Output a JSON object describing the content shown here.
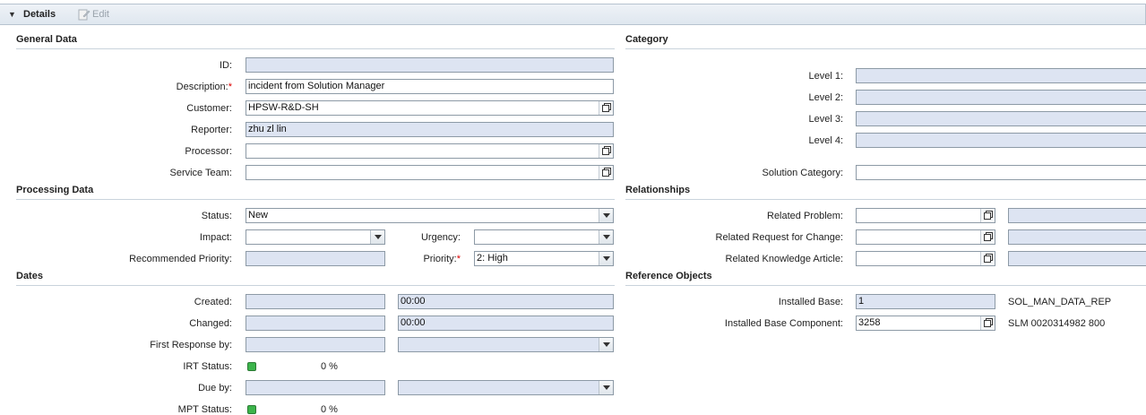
{
  "header": {
    "title": "Details",
    "edit_label": "Edit"
  },
  "general": {
    "title": "General Data",
    "id_label": "ID:",
    "id_value": "",
    "description_label": "Description:",
    "description_value": "incident from Solution Manager",
    "customer_label": "Customer:",
    "customer_value": "HPSW-R&D-SH",
    "reporter_label": "Reporter:",
    "reporter_value": "zhu zl lin",
    "processor_label": "Processor:",
    "processor_value": "",
    "service_team_label": "Service Team:",
    "service_team_value": ""
  },
  "processing": {
    "title": "Processing Data",
    "status_label": "Status:",
    "status_value": "New",
    "impact_label": "Impact:",
    "impact_value": "",
    "urgency_label": "Urgency:",
    "urgency_value": "",
    "rec_priority_label": "Recommended Priority:",
    "rec_priority_value": "",
    "priority_label": "Priority:",
    "priority_value": "2: High"
  },
  "dates": {
    "title": "Dates",
    "created_label": "Created:",
    "created_time": "00:00",
    "changed_label": "Changed:",
    "changed_time": "00:00",
    "first_response_label": "First Response by:",
    "irt_label": "IRT Status:",
    "irt_percent": "0 %",
    "due_label": "Due by:",
    "mpt_label": "MPT Status:",
    "mpt_percent": "0 %"
  },
  "category": {
    "title": "Category",
    "level1_label": "Level 1:",
    "level2_label": "Level 2:",
    "level3_label": "Level 3:",
    "level4_label": "Level 4:",
    "solution_label": "Solution Category:"
  },
  "relationships": {
    "title": "Relationships",
    "problem_label": "Related Problem:",
    "rfc_label": "Related Request for Change:",
    "ka_label": "Related Knowledge Article:"
  },
  "reference": {
    "title": "Reference Objects",
    "ib_label": "Installed Base:",
    "ib_value": "1",
    "ib_desc": "SOL_MAN_DATA_REP",
    "ibc_label": "Installed Base Component:",
    "ibc_value": "3258",
    "ibc_desc": "SLM 0020314982 800"
  },
  "colors": {
    "readonly_field": "#dde4f2",
    "status_led": "#3cb44b",
    "required": "#dd0000"
  }
}
